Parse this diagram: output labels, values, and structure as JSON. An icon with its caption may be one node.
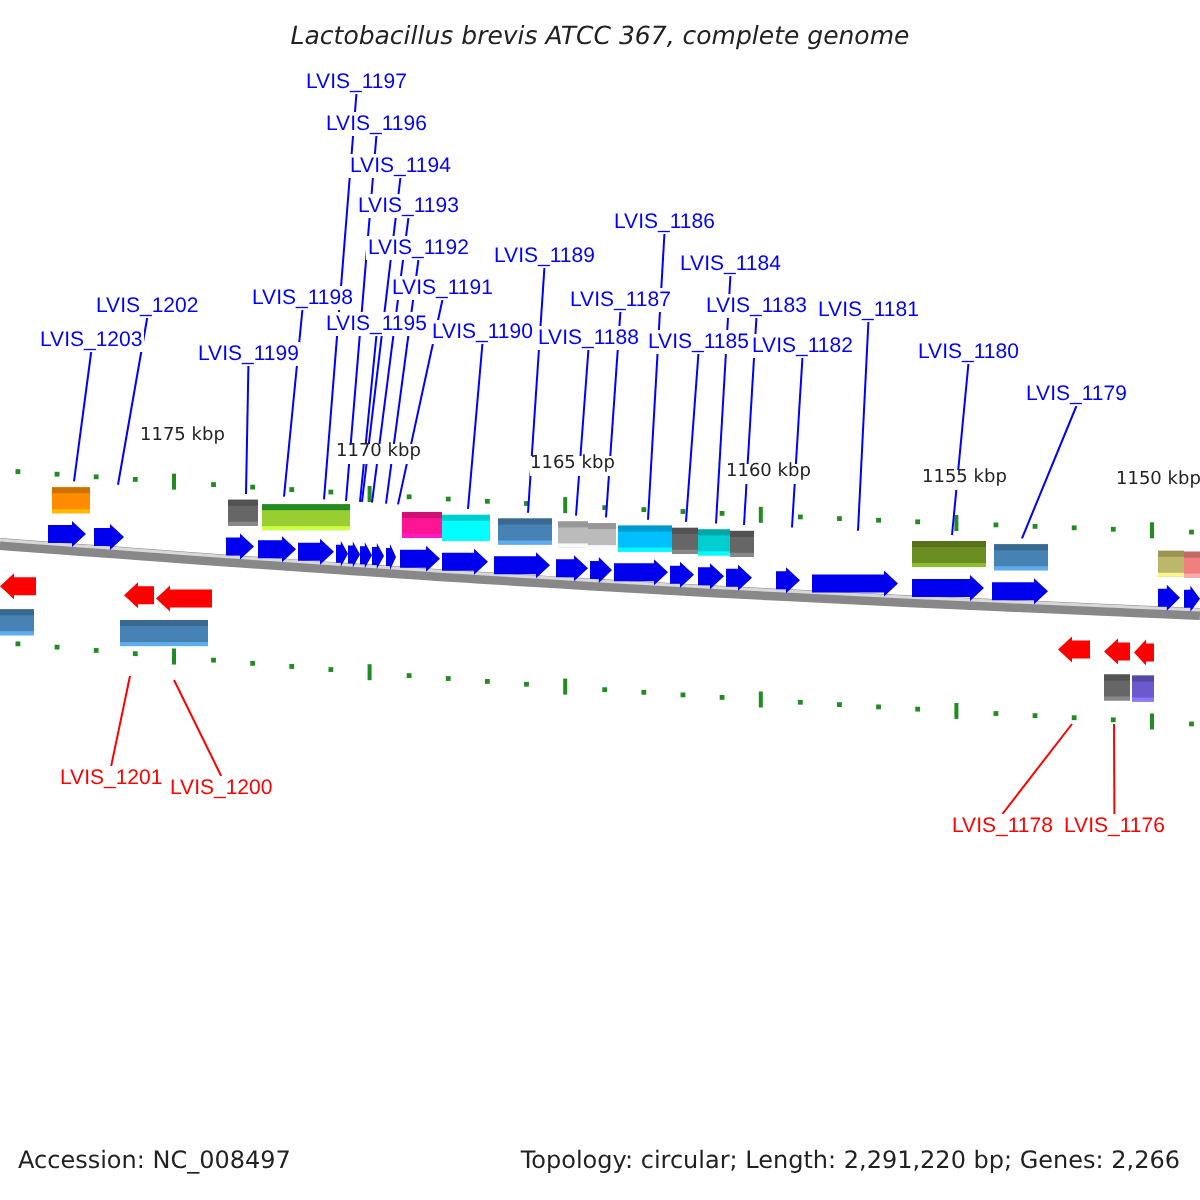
{
  "diagram": {
    "title": "Lactobacillus brevis ATCC 367, complete genome",
    "nodes": [
      {
        "text": [
          "LVIS_1197"
        ]
      },
      {
        "text": [
          "LVIS_1196"
        ]
      },
      {
        "text": [
          "LVIS_1194"
        ]
      },
      {
        "text": [
          "LVIS_1193"
        ]
      },
      {
        "text": [
          "LVIS_1186"
        ]
      },
      {
        "text": [
          "LVIS_1192"
        ]
      },
      {
        "text": [
          "LVIS_1189"
        ]
      },
      {
        "text": [
          "LVIS_1184"
        ]
      },
      {
        "text": [
          "LVIS_1191"
        ]
      },
      {
        "text": [
          "LVIS_1198"
        ]
      },
      {
        "text": [
          "LVIS_1187"
        ]
      },
      {
        "text": [
          "LVIS_1183"
        ]
      },
      {
        "text": [
          "LVIS_1202"
        ]
      },
      {
        "text": [
          "LVIS_1181"
        ]
      },
      {
        "text": [
          "LVIS_1195"
        ]
      },
      {
        "text": [
          "LVIS_1190"
        ]
      },
      {
        "text": [
          "LVIS_1188"
        ]
      },
      {
        "text": [
          "LVIS_1203"
        ]
      },
      {
        "text": [
          "LVIS_1185"
        ]
      },
      {
        "text": [
          "LVIS_1182"
        ]
      },
      {
        "text": [
          "LVIS_1180"
        ]
      },
      {
        "text": [
          "LVIS_1199"
        ]
      },
      {
        "text": [
          "LVIS_1179"
        ]
      },
      {
        "text": [
          "LVIS_1201"
        ]
      },
      {
        "text": [
          "LVIS_1200"
        ]
      },
      {
        "text": [
          "LVIS_1178"
        ]
      },
      {
        "text": [
          "LVIS_1176"
        ]
      }
    ],
    "edges": [
      {
        "from": 0,
        "to": null,
        "arrow": "none"
      },
      {
        "from": 1,
        "to": null,
        "arrow": "none"
      },
      {
        "from": 2,
        "to": null,
        "arrow": "none"
      },
      {
        "from": 3,
        "to": null,
        "arrow": "none"
      },
      {
        "from": 4,
        "to": null,
        "arrow": "none"
      },
      {
        "from": 5,
        "to": null,
        "arrow": "none"
      },
      {
        "from": 6,
        "to": null,
        "arrow": "none"
      },
      {
        "from": 7,
        "to": null,
        "arrow": "none"
      },
      {
        "from": 8,
        "to": null,
        "arrow": "none"
      },
      {
        "from": 9,
        "to": null,
        "arrow": "none"
      },
      {
        "from": 10,
        "to": null,
        "arrow": "none"
      },
      {
        "from": 11,
        "to": null,
        "arrow": "none"
      },
      {
        "from": 12,
        "to": null,
        "arrow": "none"
      },
      {
        "from": 13,
        "to": null,
        "arrow": "none"
      },
      {
        "from": 14,
        "to": null,
        "arrow": "none"
      },
      {
        "from": 15,
        "to": null,
        "arrow": "none"
      },
      {
        "from": 16,
        "to": null,
        "arrow": "none"
      },
      {
        "from": 17,
        "to": null,
        "arrow": "none"
      },
      {
        "from": 18,
        "to": null,
        "arrow": "none"
      },
      {
        "from": 19,
        "to": null,
        "arrow": "none"
      },
      {
        "from": 20,
        "to": null,
        "arrow": "none"
      },
      {
        "from": 21,
        "to": null,
        "arrow": "none"
      },
      {
        "from": 22,
        "to": null,
        "arrow": "none"
      },
      {
        "from": 23,
        "to": null,
        "arrow": "none",
        "color": "#ff0000"
      },
      {
        "from": 24,
        "to": null,
        "arrow": "none",
        "color": "#ff0000"
      },
      {
        "from": 25,
        "to": null,
        "arrow": "none",
        "color": "#ff0000"
      },
      {
        "from": 26,
        "to": null,
        "arrow": "none",
        "color": "#ff0000"
      }
    ],
    "labels": [
      "1175 kbp",
      "1170 kbp",
      "1165 kbp",
      "1160 kbp",
      "1155 kbp",
      "1150 kbp",
      "Accession: NC_008497",
      "Topology: circular; Length: 2,291,220 bp; Genes: 2,266"
    ]
  }
}
